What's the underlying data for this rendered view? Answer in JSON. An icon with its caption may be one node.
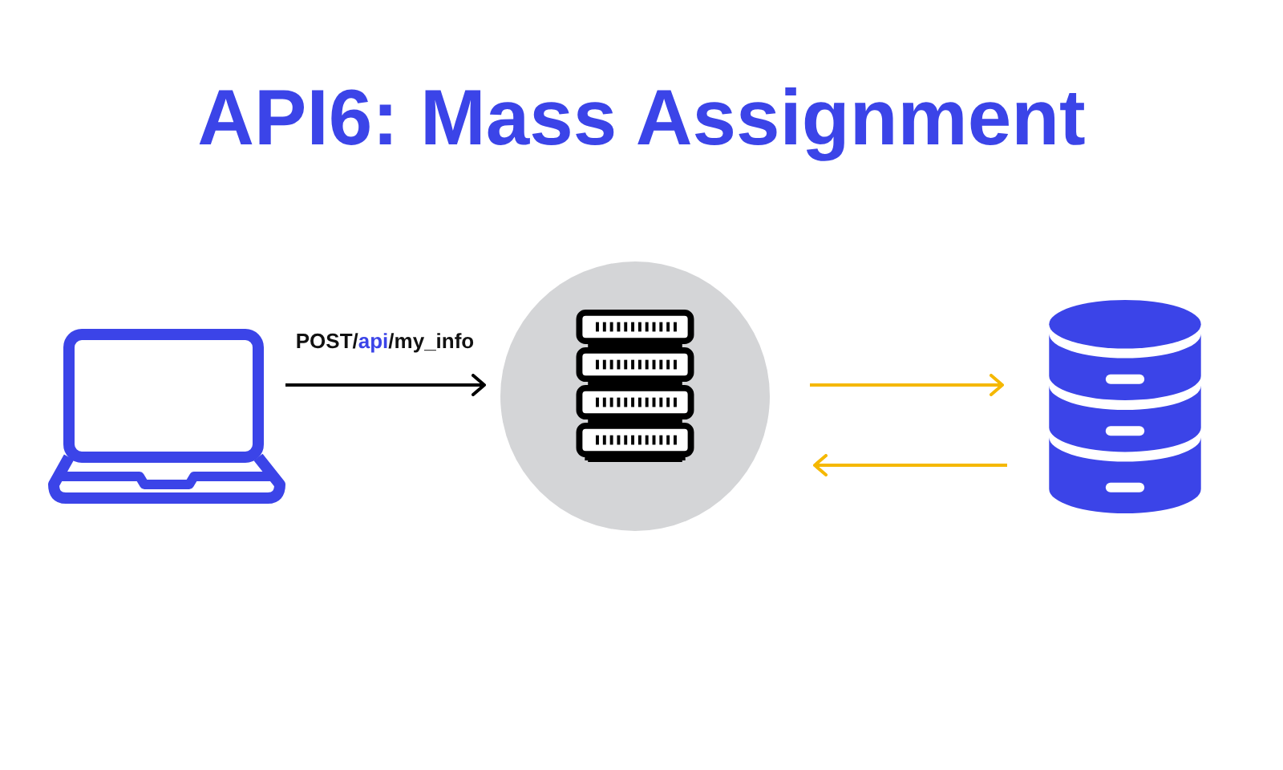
{
  "diagram": {
    "title": "API6: Mass Assignment",
    "nodes": [
      {
        "text": [],
        "shape": "laptop"
      },
      {
        "text": [],
        "shape": "circle"
      },
      {
        "text": [],
        "shape": "cylinder"
      }
    ],
    "edges": [
      {
        "from": 0,
        "to": 1,
        "arrow": "to",
        "label": "POST/**api**/my_info",
        "color": "#000000"
      },
      {
        "from": 1,
        "to": 2,
        "arrow": "to",
        "color": "#f5b800"
      },
      {
        "from": 2,
        "to": 1,
        "arrow": "to",
        "color": "#f5b800"
      }
    ]
  }
}
